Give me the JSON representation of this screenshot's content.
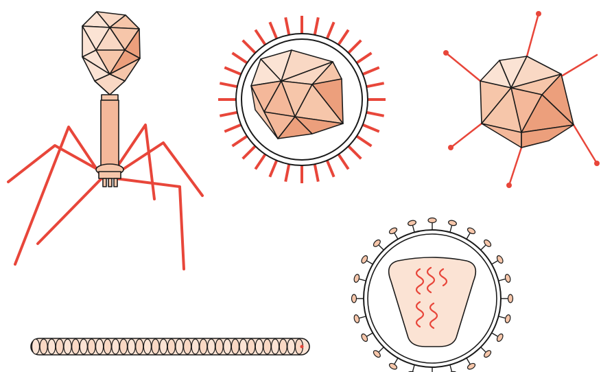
{
  "colors": {
    "capsid_light": "#fbe3d4",
    "capsid_mid": "#f6c6aa",
    "capsid_dark": "#ec9f7c",
    "protein_red": "#e8463a",
    "outline": "#1a1a1a",
    "background": "#ffffff"
  },
  "figures": [
    {
      "name": "bacteriophage",
      "icon": "bacteriophage-icon"
    },
    {
      "name": "enveloped-icosahedral-virus",
      "icon": "enveloped-virus-icon"
    },
    {
      "name": "icosahedral-virus-with-fibers",
      "icon": "adenovirus-icon"
    },
    {
      "name": "helical-virus",
      "icon": "helical-rod-icon"
    },
    {
      "name": "enveloped-virus-with-spikes",
      "icon": "spiked-envelope-icon"
    }
  ],
  "rod_segments": 34,
  "envelope_spikes": 32,
  "peplomers": 24
}
